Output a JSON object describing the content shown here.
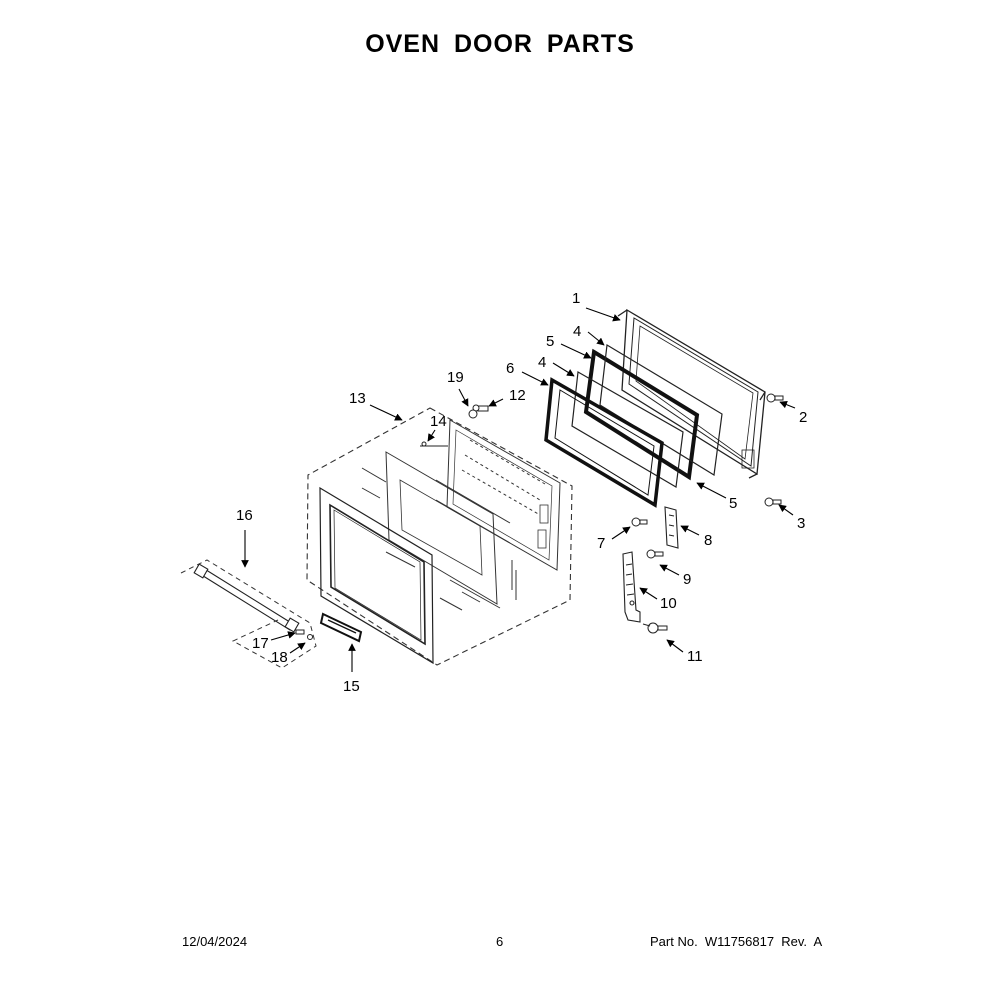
{
  "title": "OVEN DOOR PARTS",
  "callouts": {
    "c1": "1",
    "c2": "2",
    "c3": "3",
    "c4a": "4",
    "c4b": "4",
    "c5a": "5",
    "c5b": "5",
    "c6": "6",
    "c7": "7",
    "c8": "8",
    "c9": "9",
    "c10": "10",
    "c11": "11",
    "c12": "12",
    "c13": "13",
    "c14": "14",
    "c15": "15",
    "c16": "16",
    "c17": "17",
    "c18": "18",
    "c19": "19"
  },
  "footer": {
    "date": "12/04/2024",
    "page": "6",
    "part_no": "Part No.  W11756817  Rev.  A"
  }
}
